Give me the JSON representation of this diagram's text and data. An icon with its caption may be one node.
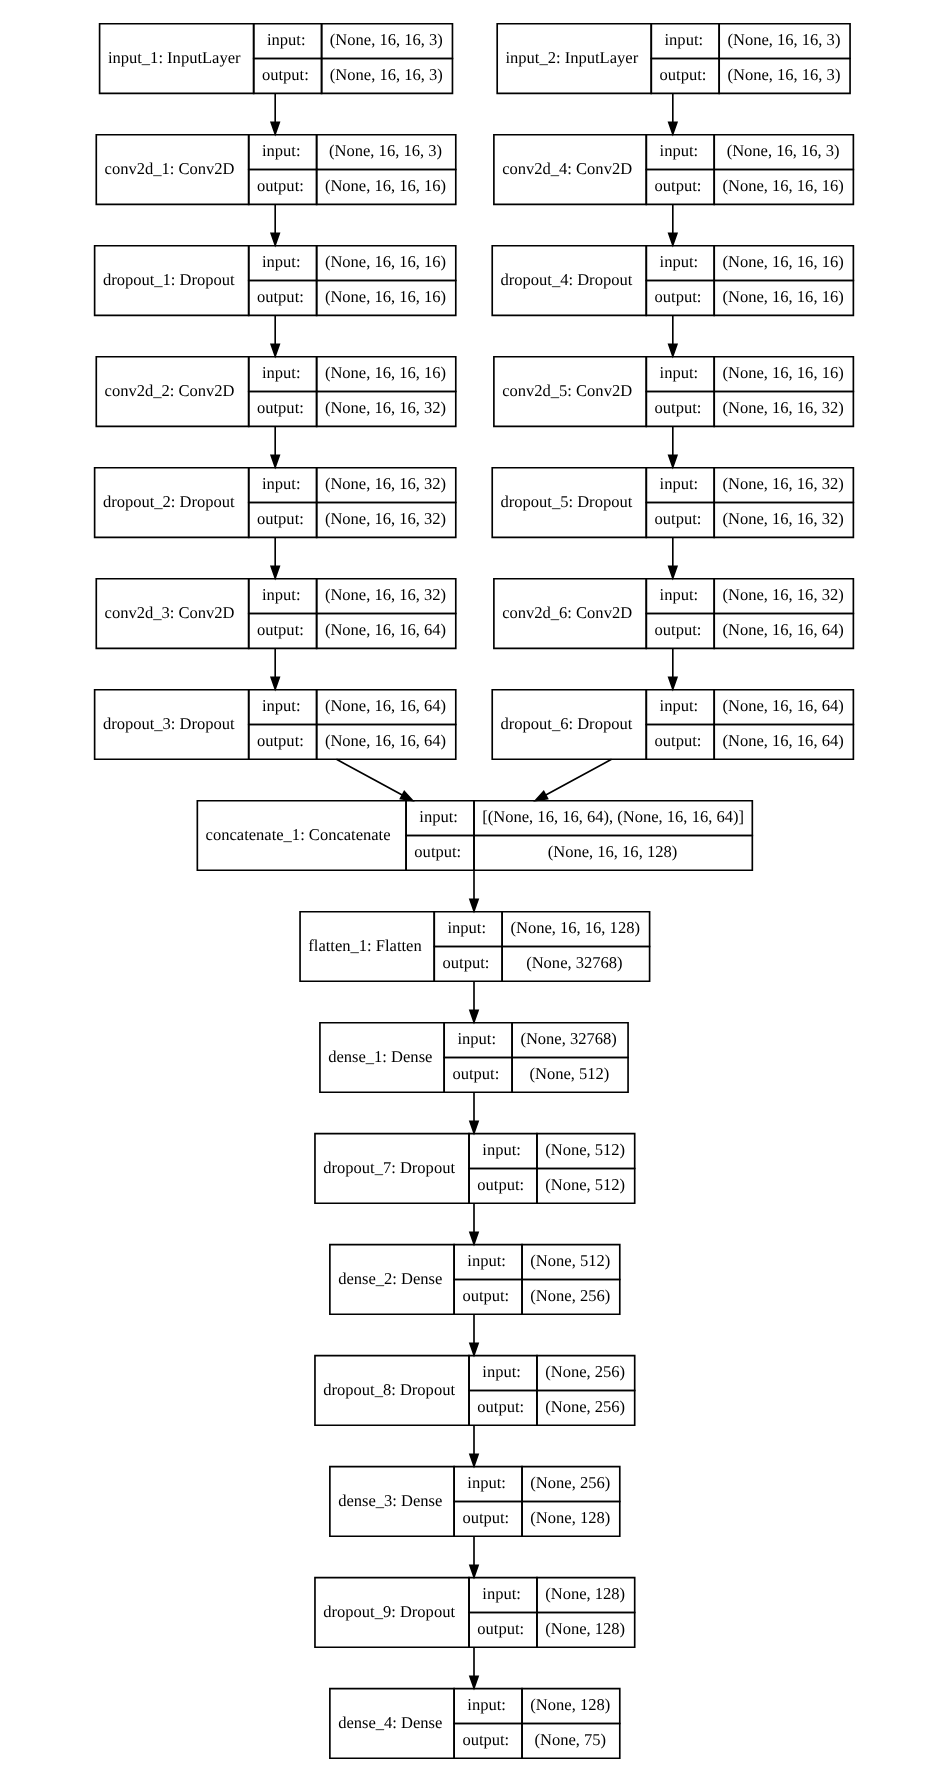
{
  "diagram": {
    "nodes": [
      {
        "text": [
          "input_1: InputLayer",
          "input:",
          "(None, 16, 16, 3)",
          "output:",
          "(None, 16, 16, 3)"
        ]
      },
      {
        "text": [
          "input_2: InputLayer",
          "input:",
          "(None, 16, 16, 3)",
          "output:",
          "(None, 16, 16, 3)"
        ]
      },
      {
        "text": [
          "conv2d_1: Conv2D",
          "input:",
          "(None, 16, 16, 3)",
          "output:",
          "(None, 16, 16, 16)"
        ]
      },
      {
        "text": [
          "conv2d_4: Conv2D",
          "input:",
          "(None, 16, 16, 3)",
          "output:",
          "(None, 16, 16, 16)"
        ]
      },
      {
        "text": [
          "dropout_1: Dropout",
          "input:",
          "(None, 16, 16, 16)",
          "output:",
          "(None, 16, 16, 16)"
        ]
      },
      {
        "text": [
          "dropout_4: Dropout",
          "input:",
          "(None, 16, 16, 16)",
          "output:",
          "(None, 16, 16, 16)"
        ]
      },
      {
        "text": [
          "conv2d_2: Conv2D",
          "input:",
          "(None, 16, 16, 16)",
          "output:",
          "(None, 16, 16, 32)"
        ]
      },
      {
        "text": [
          "conv2d_5: Conv2D",
          "input:",
          "(None, 16, 16, 16)",
          "output:",
          "(None, 16, 16, 32)"
        ]
      },
      {
        "text": [
          "dropout_2: Dropout",
          "input:",
          "(None, 16, 16, 32)",
          "output:",
          "(None, 16, 16, 32)"
        ]
      },
      {
        "text": [
          "dropout_5: Dropout",
          "input:",
          "(None, 16, 16, 32)",
          "output:",
          "(None, 16, 16, 32)"
        ]
      },
      {
        "text": [
          "conv2d_3: Conv2D",
          "input:",
          "(None, 16, 16, 32)",
          "output:",
          "(None, 16, 16, 64)"
        ]
      },
      {
        "text": [
          "conv2d_6: Conv2D",
          "input:",
          "(None, 16, 16, 32)",
          "output:",
          "(None, 16, 16, 64)"
        ]
      },
      {
        "text": [
          "dropout_3: Dropout",
          "input:",
          "(None, 16, 16, 64)",
          "output:",
          "(None, 16, 16, 64)"
        ]
      },
      {
        "text": [
          "dropout_6: Dropout",
          "input:",
          "(None, 16, 16, 64)",
          "output:",
          "(None, 16, 16, 64)"
        ]
      },
      {
        "text": [
          "concatenate_1: Concatenate",
          "input:",
          "[(None, 16, 16, 64), (None, 16, 16, 64)]",
          "output:",
          "(None, 16, 16, 128)"
        ]
      },
      {
        "text": [
          "flatten_1: Flatten",
          "input:",
          "(None, 16, 16, 128)",
          "output:",
          "(None, 32768)"
        ]
      },
      {
        "text": [
          "dense_1: Dense",
          "input:",
          "(None, 32768)",
          "output:",
          "(None, 512)"
        ]
      },
      {
        "text": [
          "dropout_7: Dropout",
          "input:",
          "(None, 512)",
          "output:",
          "(None, 512)"
        ]
      },
      {
        "text": [
          "dense_2: Dense",
          "input:",
          "(None, 512)",
          "output:",
          "(None, 256)"
        ]
      },
      {
        "text": [
          "dropout_8: Dropout",
          "input:",
          "(None, 256)",
          "output:",
          "(None, 256)"
        ]
      },
      {
        "text": [
          "dense_3: Dense",
          "input:",
          "(None, 256)",
          "output:",
          "(None, 128)"
        ]
      },
      {
        "text": [
          "dropout_9: Dropout",
          "input:",
          "(None, 128)",
          "output:",
          "(None, 128)"
        ]
      },
      {
        "text": [
          "dense_4: Dense",
          "input:",
          "(None, 128)",
          "output:",
          "(None, 75)"
        ]
      }
    ],
    "edges": [
      {
        "from": 0,
        "to": 2,
        "arrow": "to"
      },
      {
        "from": 2,
        "to": 4,
        "arrow": "to"
      },
      {
        "from": 4,
        "to": 6,
        "arrow": "to"
      },
      {
        "from": 6,
        "to": 8,
        "arrow": "to"
      },
      {
        "from": 8,
        "to": 10,
        "arrow": "to"
      },
      {
        "from": 10,
        "to": 12,
        "arrow": "to"
      },
      {
        "from": 1,
        "to": 3,
        "arrow": "to"
      },
      {
        "from": 3,
        "to": 5,
        "arrow": "to"
      },
      {
        "from": 5,
        "to": 7,
        "arrow": "to"
      },
      {
        "from": 7,
        "to": 9,
        "arrow": "to"
      },
      {
        "from": 9,
        "to": 11,
        "arrow": "to"
      },
      {
        "from": 11,
        "to": 13,
        "arrow": "to"
      },
      {
        "from": 12,
        "to": 14,
        "arrow": "to"
      },
      {
        "from": 13,
        "to": 14,
        "arrow": "to"
      },
      {
        "from": 14,
        "to": 15,
        "arrow": "to"
      },
      {
        "from": 15,
        "to": 16,
        "arrow": "to"
      },
      {
        "from": 16,
        "to": 17,
        "arrow": "to"
      },
      {
        "from": 17,
        "to": 18,
        "arrow": "to"
      },
      {
        "from": 18,
        "to": 19,
        "arrow": "to"
      },
      {
        "from": 19,
        "to": 20,
        "arrow": "to"
      },
      {
        "from": 20,
        "to": 21,
        "arrow": "to"
      },
      {
        "from": 21,
        "to": 22,
        "arrow": "to"
      }
    ]
  }
}
